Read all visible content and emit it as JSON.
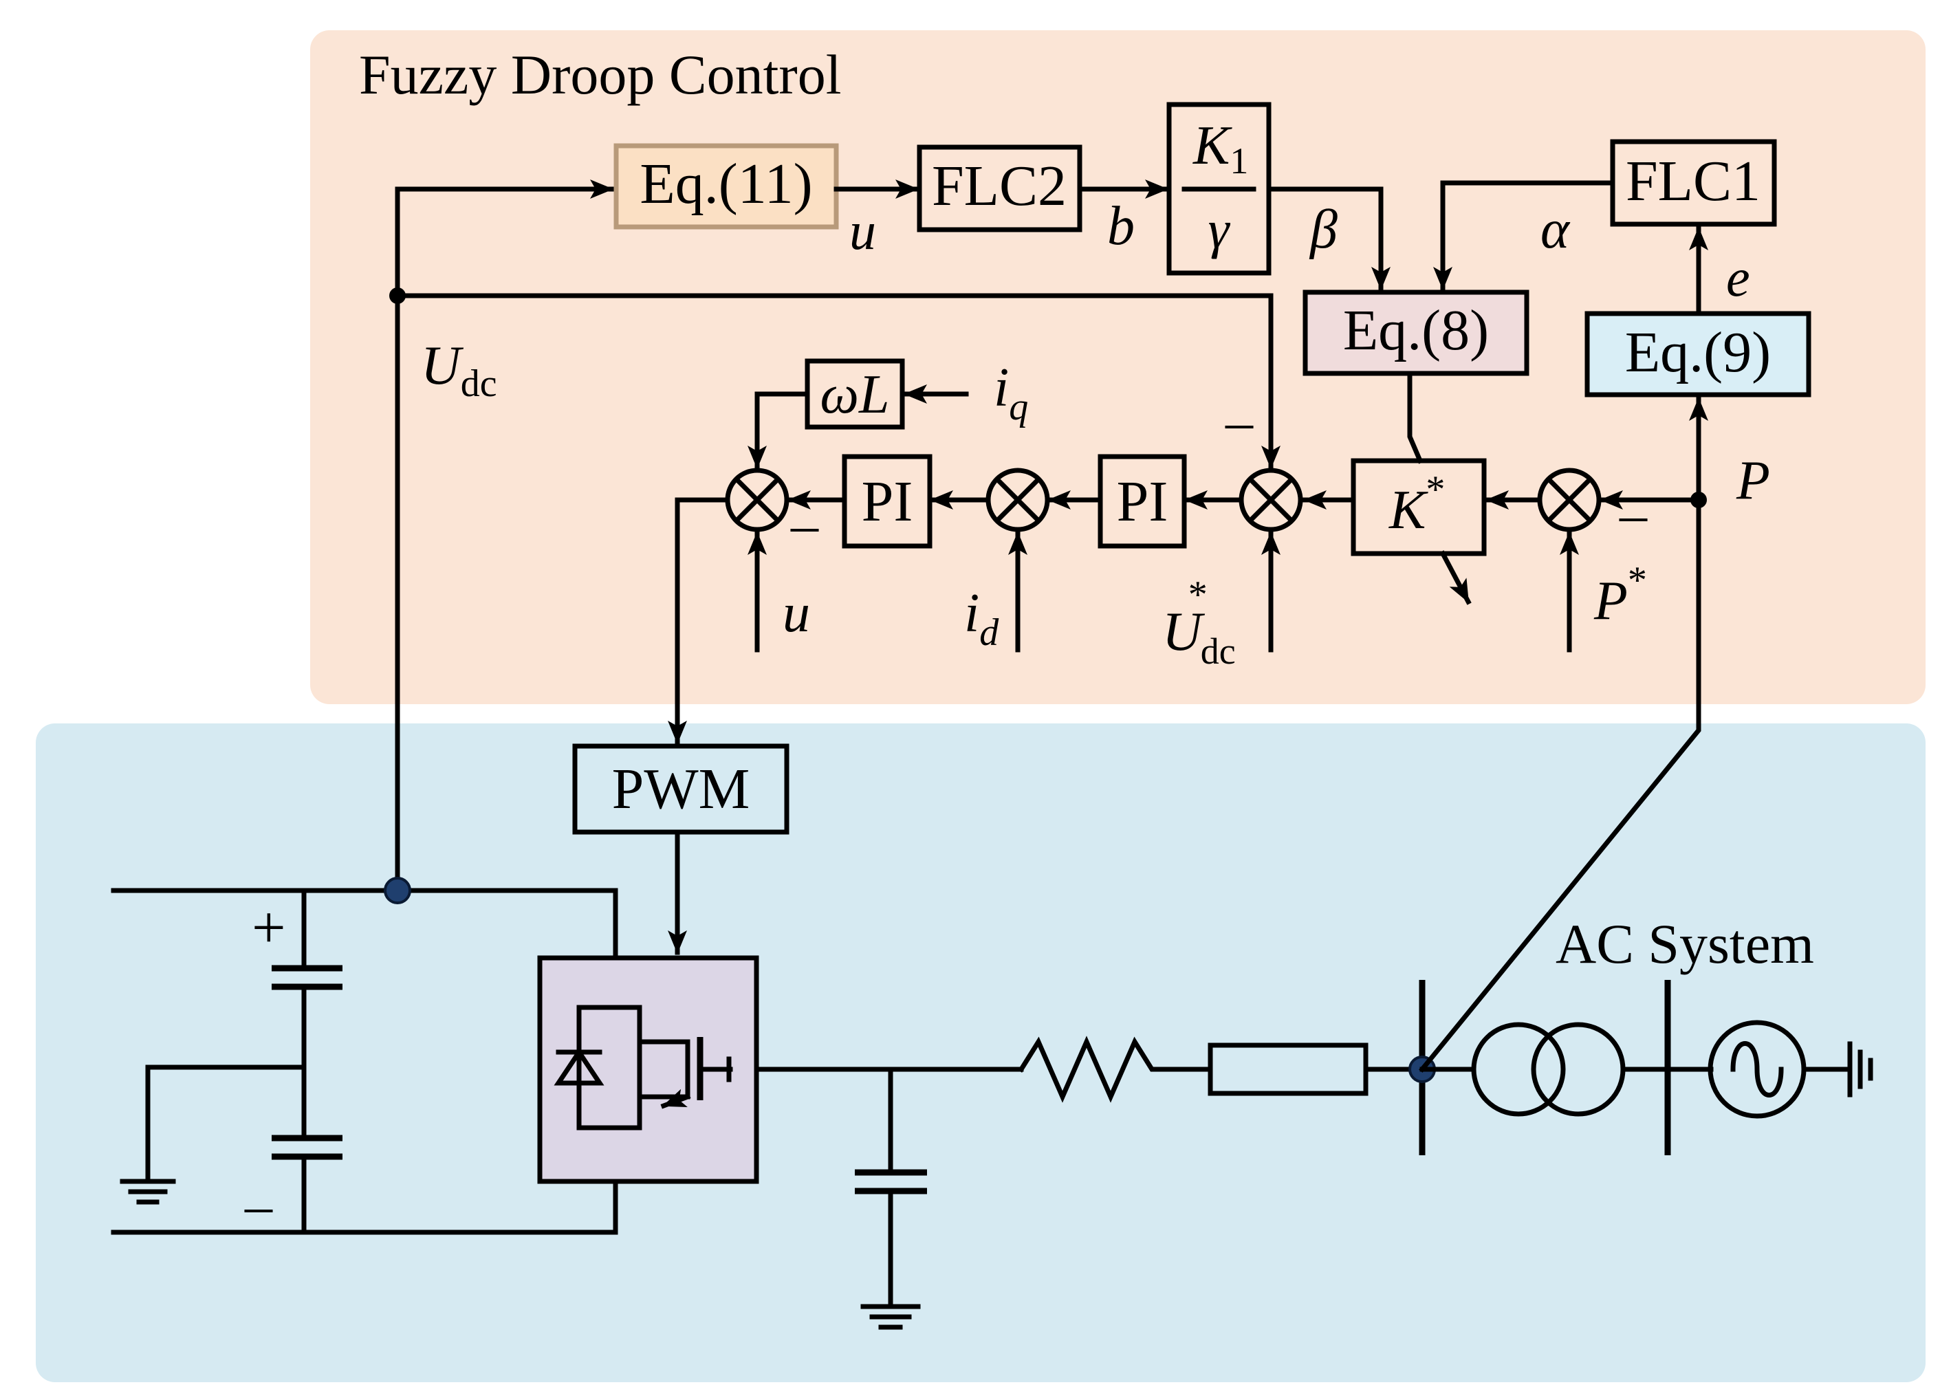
{
  "panels": {
    "fuzzy_title": "Fuzzy Droop Control",
    "ac_title": "AC System"
  },
  "blocks": {
    "eq11": "Eq.(11)",
    "flc2": "FLC2",
    "k1_num": "K",
    "k1_sub": "1",
    "k1_den": "γ",
    "flc1": "FLC1",
    "eq8": "Eq.(8)",
    "eq9": "Eq.(9)",
    "omega_l": "ωL",
    "pi": "PI",
    "k_star": "K",
    "k_star_sup": "*",
    "pwm": "PWM"
  },
  "signals": {
    "u": "u",
    "b": "b",
    "beta": "β",
    "alpha": "α",
    "e": "e",
    "udc": "U",
    "udc_sub": "dc",
    "iq": "i",
    "iq_sub": "q",
    "id": "i",
    "id_sub": "d",
    "p": "P",
    "p_star": "P",
    "star": "*",
    "minus": "–",
    "plus": "+"
  },
  "colors": {
    "fuzzy_panel_bg": "#fbe5d6",
    "ac_panel_bg": "#d6eaf2",
    "eq11_fill": "#fbe0c4",
    "eq11_stroke": "#b89a7a",
    "eq8_fill": "#f0dcdc",
    "eq9_fill": "#d9eef6",
    "converter_fill": "#dcd6e6",
    "node_blue": "#1f3f6e"
  }
}
